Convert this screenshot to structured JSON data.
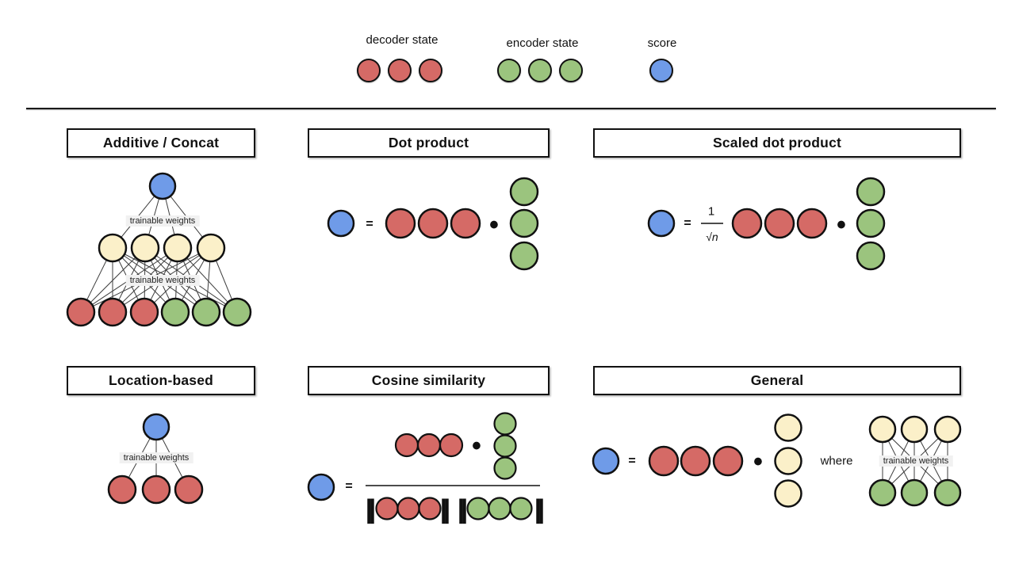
{
  "colors": {
    "decoder_red": "#d56a66",
    "encoder_green": "#9bc47e",
    "score_blue": "#6f9be8",
    "weights_cream": "#fbf0c9",
    "outline": "#111111",
    "connector": "#3d3d3d",
    "label_bg": "#f1f1f1"
  },
  "legend": {
    "decoder_label": "decoder state",
    "encoder_label": "encoder state",
    "score_label": "score"
  },
  "panels": {
    "additive": {
      "title": "Additive / Concat",
      "upper_weights_label": "trainable weights",
      "lower_weights_label": "trainable weights"
    },
    "dot_product": {
      "title": "Dot product",
      "equals": "=",
      "dot_operator": "•"
    },
    "scaled_dot_product": {
      "title": "Scaled dot product",
      "equals": "=",
      "fraction_numerator": "1",
      "fraction_denominator": "√n",
      "dot_operator": "•"
    },
    "location_based": {
      "title": "Location-based",
      "weights_label": "trainable weights"
    },
    "cosine_similarity": {
      "title": "Cosine similarity",
      "equals": "=",
      "dot_operator": "•",
      "norm_bar": "||"
    },
    "general": {
      "title": "General",
      "equals": "=",
      "dot_operator": "•",
      "where_label": "where",
      "weights_label": "trainable weights"
    }
  }
}
